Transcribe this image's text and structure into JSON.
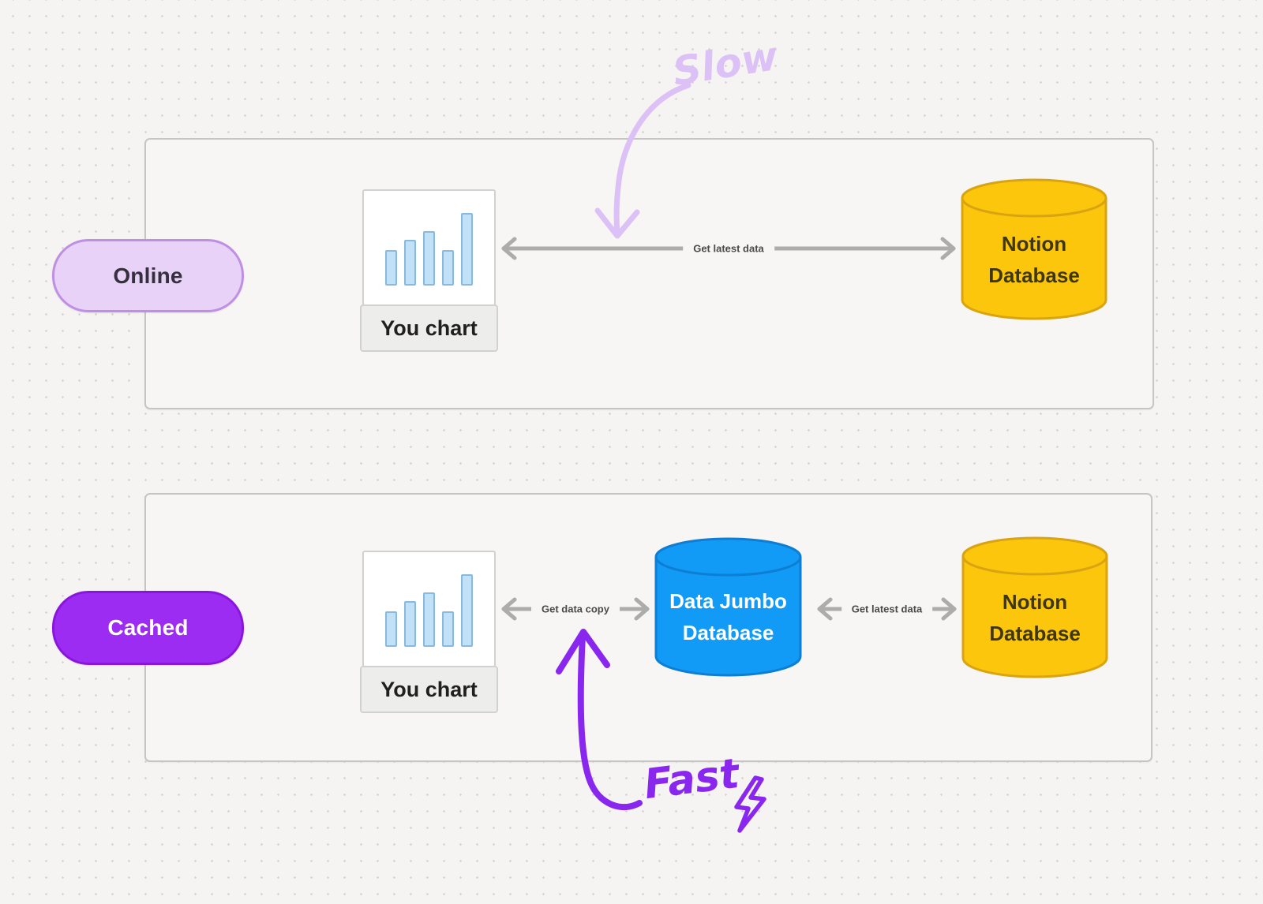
{
  "annotations": {
    "slow": {
      "text": "Slow",
      "color": "#dcc1f6"
    },
    "fast": {
      "text": "Fast",
      "color": "#8a27ef",
      "icon": "lightning-bolt"
    }
  },
  "colors": {
    "online_tag_fill": "#e9d2f8",
    "online_tag_border": "#bf8fe3",
    "cached_tag_fill": "#9d2cf3",
    "notion_db_fill": "#fcc60d",
    "jumbo_db_fill": "#129bf6",
    "chart_bar_fill": "#c0e1f8",
    "arrow_gray": "#acacac"
  },
  "sections": {
    "online": {
      "tag": "Online",
      "chart_card": {
        "label": "You chart",
        "bar_heights": [
          45,
          58,
          69,
          45,
          92
        ]
      },
      "flow": {
        "arrow_label": "Get latest data"
      },
      "database": {
        "line1": "Notion",
        "line2": "Database"
      }
    },
    "cached": {
      "tag": "Cached",
      "chart_card": {
        "label": "You chart",
        "bar_heights": [
          45,
          58,
          69,
          45,
          92
        ]
      },
      "flow_copy": {
        "arrow_label": "Get data copy"
      },
      "cache_database": {
        "line1": "Data Jumbo",
        "line2": "Database"
      },
      "flow_latest": {
        "arrow_label": "Get latest data"
      },
      "database": {
        "line1": "Notion",
        "line2": "Database"
      }
    }
  }
}
